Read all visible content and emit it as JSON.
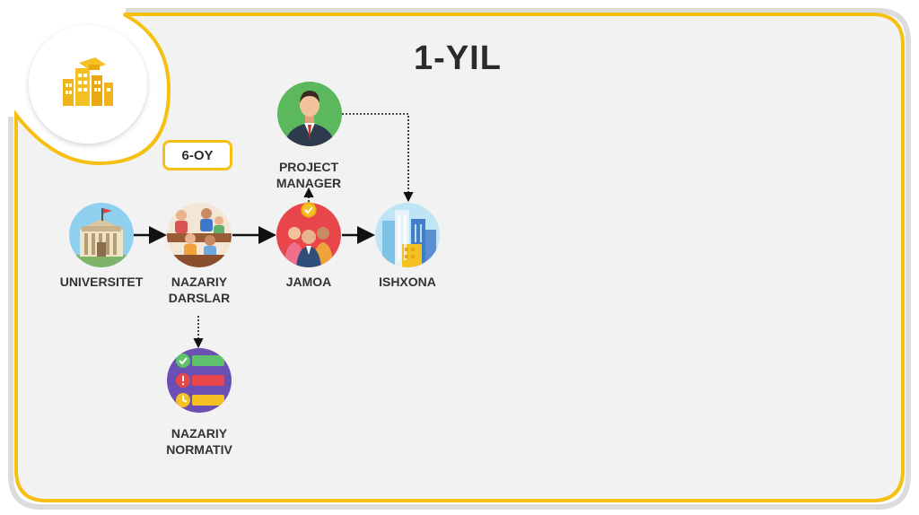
{
  "title": "1-YIL",
  "badge": "6-OY",
  "nodes": {
    "universitet": {
      "label": "UNIVERSITET",
      "icon": "university-building-icon"
    },
    "nazariy_darslar": {
      "line1": "NAZARIY",
      "line2": "DARSLAR",
      "icon": "classroom-students-icon"
    },
    "jamoa": {
      "label": "JAMOA",
      "icon": "team-people-icon"
    },
    "ishxona": {
      "label": "ISHXONA",
      "icon": "office-buildings-icon"
    },
    "project_manager": {
      "line1": "PROJECT",
      "line2": "MANAGER",
      "icon": "manager-person-icon"
    },
    "nazariy_normativ": {
      "line1": "NAZARIY",
      "line2": "NORMATIV",
      "icon": "checklist-icon"
    }
  },
  "logo": {
    "icon": "graduation-buildings-icon"
  },
  "colors": {
    "accent": "#f5bf14",
    "background": "#f2f2f2",
    "text": "#333333"
  }
}
